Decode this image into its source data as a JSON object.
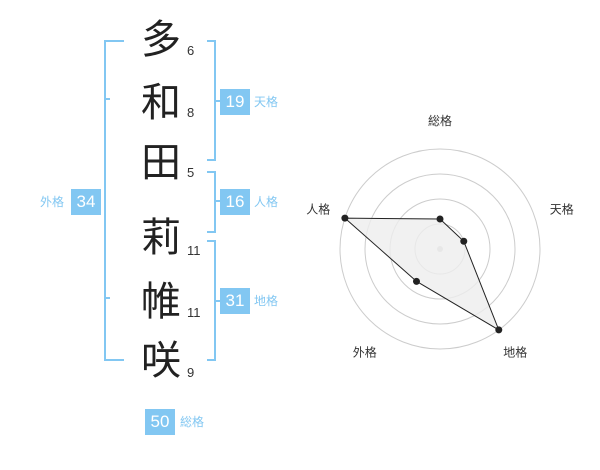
{
  "name": {
    "chars": [
      {
        "char": "多",
        "strokes": "6"
      },
      {
        "char": "和",
        "strokes": "8"
      },
      {
        "char": "田",
        "strokes": "5"
      },
      {
        "char": "莉",
        "strokes": "11"
      },
      {
        "char": "帷",
        "strokes": "11"
      },
      {
        "char": "咲",
        "strokes": "9"
      }
    ]
  },
  "kakusu": {
    "tenkaku": {
      "value": "19",
      "label": "天格"
    },
    "jinkaku": {
      "value": "16",
      "label": "人格"
    },
    "chikaku": {
      "value": "31",
      "label": "地格"
    },
    "gaikaku": {
      "value": "34",
      "label": "外格"
    },
    "soukaku": {
      "value": "50",
      "label": "総格"
    }
  },
  "colors": {
    "accent": "#82c7f2",
    "ring": "#cccccc",
    "fill": "#ededed",
    "line": "#222222"
  },
  "chart_data": {
    "type": "radar",
    "axes": [
      "総格",
      "天格",
      "地格",
      "外格",
      "人格"
    ],
    "values": [
      0.3,
      0.25,
      1.0,
      0.4,
      1.0
    ],
    "max": 1.0,
    "grid": true,
    "grid_rings": 4
  }
}
